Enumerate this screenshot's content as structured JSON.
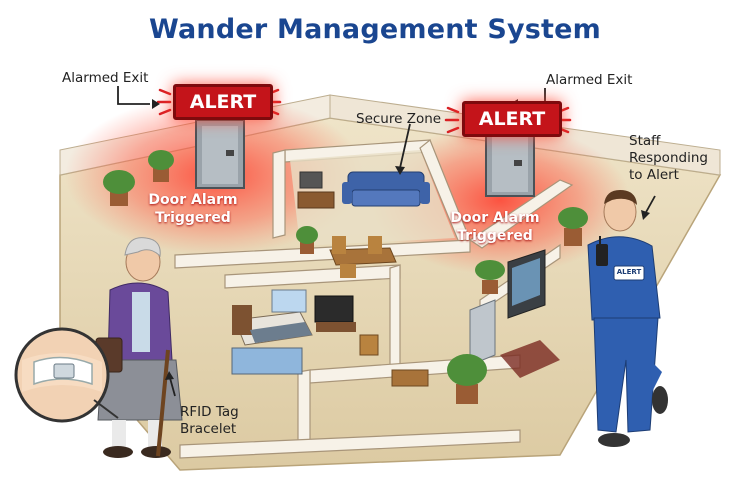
{
  "title": "Wander Management System",
  "labels": {
    "alarmed_exit_left": "Alarmed Exit",
    "alarmed_exit_right": "Alarmed Exit",
    "secure_zone": "Secure Zone",
    "staff_line1": "Staff",
    "staff_line2": "Responding",
    "staff_line3": "to Alert",
    "rfid_line1": "RFID Tag",
    "rfid_line2": "Bracelet"
  },
  "alerts": {
    "left_sign": "ALERT",
    "right_sign": "ALERT",
    "left_callout_line1": "Door Alarm",
    "left_callout_line2": "Triggered",
    "right_callout_line1": "Door Alarm",
    "right_callout_line2": "Triggered"
  },
  "staff_badge": "ALERT",
  "colors": {
    "title": "#1a4690",
    "alert_red": "#c4141a",
    "scrubs": "#2f5fb0",
    "floor": "#e8dcc0",
    "wall": "#f4efe4"
  },
  "icons": [
    "arrow-icon",
    "alert-sign-icon",
    "door-icon",
    "plant-icon",
    "sofa-icon",
    "bed-icon",
    "tv-icon",
    "bracelet-icon",
    "radio-icon"
  ]
}
